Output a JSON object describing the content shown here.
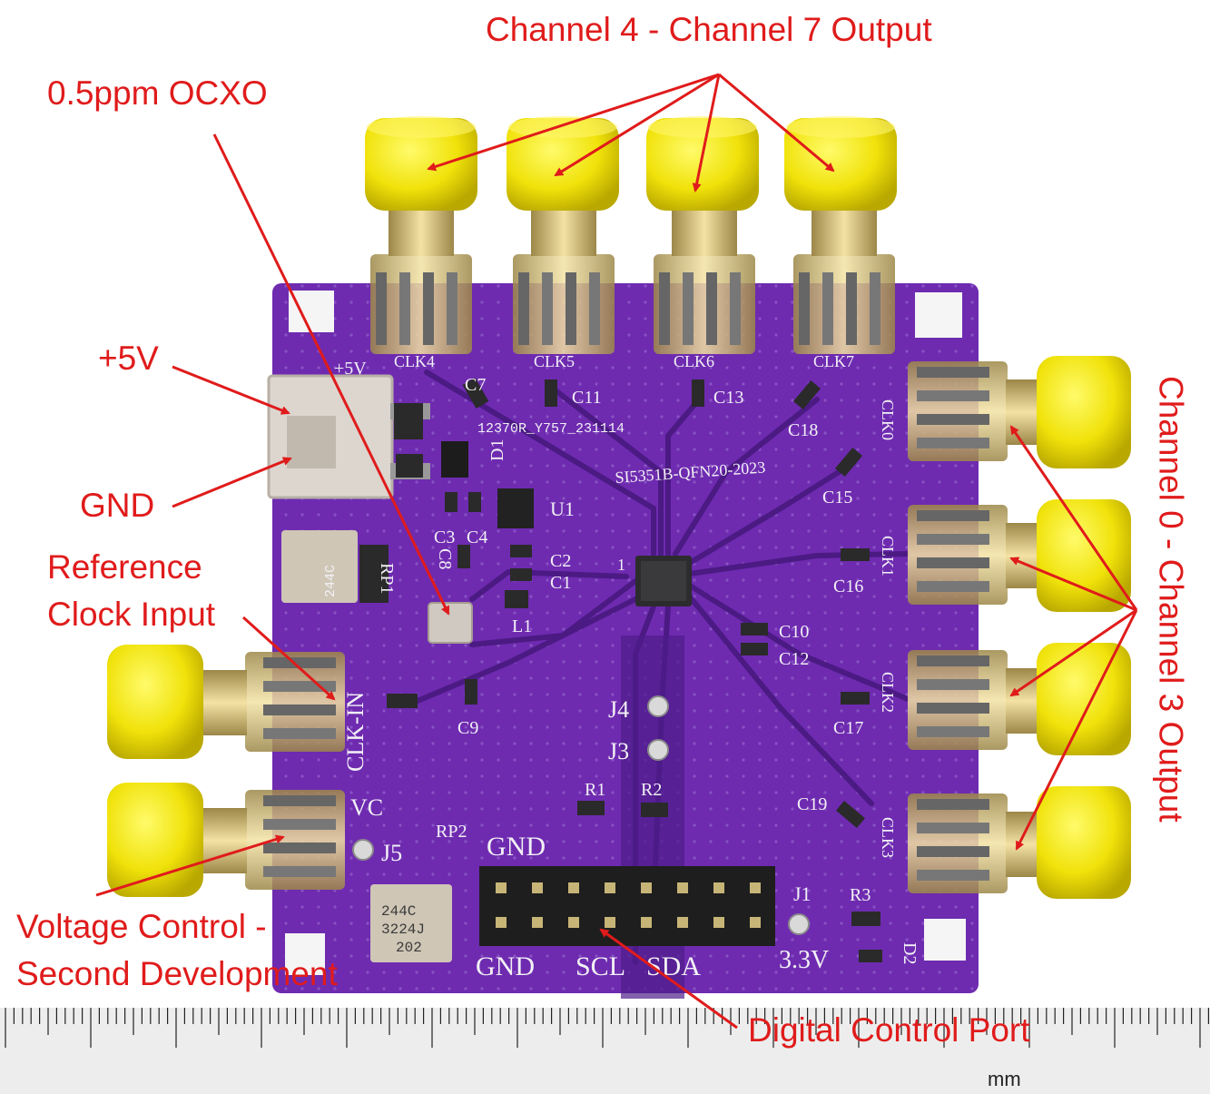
{
  "callouts": {
    "ch47": "Channel 4 - Channel 7 Output",
    "ocxo": "0.5ppm OCXO",
    "v5": "+5V",
    "gnd": "GND",
    "ref_line1": "Reference",
    "ref_line2": "Clock Input",
    "vc_line1": "Voltage Control -",
    "vc_line2": "Second Development",
    "digital": "Digital Control Port",
    "ch03": "Channel 0 - Channel 3 Output"
  },
  "silkscreen": {
    "clk4": "CLK4",
    "clk5": "CLK5",
    "clk6": "CLK6",
    "clk7": "CLK7",
    "clk0": "CLK0",
    "clk1": "CLK1",
    "clk2": "CLK2",
    "clk3": "CLK3",
    "clk_in": "CLK-IN",
    "vc": "VC",
    "plus5v": "+5V",
    "board_id": "12370R_Y757_231114",
    "chip_label": "SI5351B-QFN20-2023",
    "u1": "U1",
    "d1": "D1",
    "d2": "D2",
    "c1": "C1",
    "c2": "C2",
    "c3": "C3",
    "c4": "C4",
    "c7": "C7",
    "c8": "C8",
    "c9": "C9",
    "c10": "C10",
    "c11": "C11",
    "c12": "C12",
    "c13": "C13",
    "c15": "C15",
    "c16": "C16",
    "c17": "C17",
    "c18": "C18",
    "c19": "C19",
    "l1": "L1",
    "r1": "R1",
    "r2": "R2",
    "r3": "R3",
    "rp1": "RP1",
    "rp2": "RP2",
    "j1": "J1",
    "j3": "J3",
    "j4": "J4",
    "j5": "J5",
    "pin1": "1",
    "header_gnd_top": "GND",
    "header_gnd_bottom": "GND",
    "header_scl": "SCL",
    "header_sda": "SDA",
    "header_3v3": "3.3V",
    "part_code_a": "244C",
    "part_code_b": "3224J",
    "part_code_c": "202",
    "ruler_unit": "mm"
  },
  "colors": {
    "annotation": "#e01b1b",
    "pcb": "#6e2bb0",
    "sma_cap": "#f1e50c",
    "gold": "#d8c07a",
    "silkscreen": "#f2f0f5"
  }
}
